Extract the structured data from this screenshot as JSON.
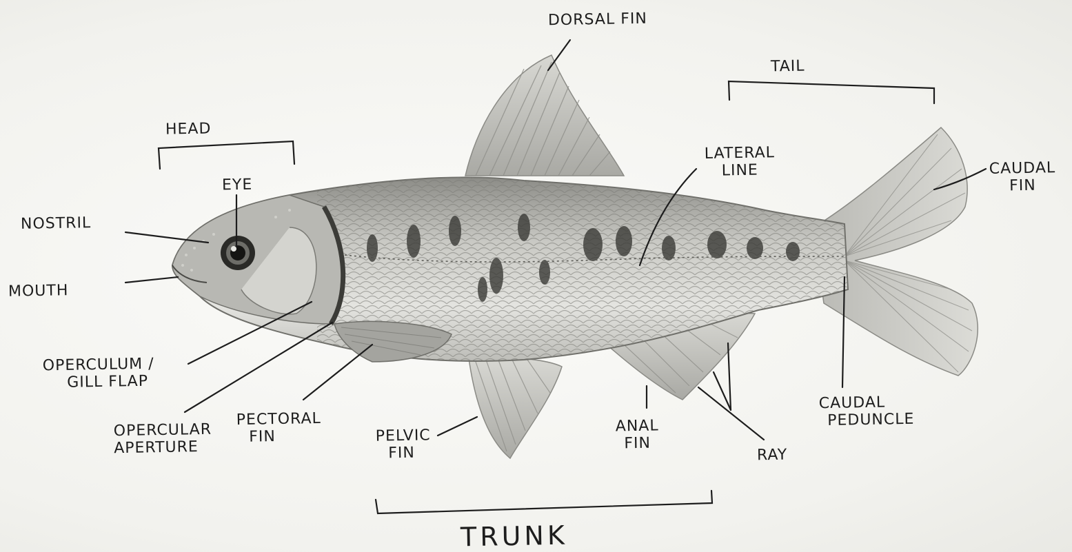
{
  "labels": {
    "dorsal_fin": "DORSAL FIN",
    "tail": "TAIL",
    "head": "HEAD",
    "eye": "EYE",
    "lateral_line": [
      "LATERAL",
      "LINE"
    ],
    "caudal_fin": [
      "CAUDAL",
      "FIN"
    ],
    "nostril": "NOSTRIL",
    "mouth": "MOUTH",
    "operculum": [
      "OPERCULUM /",
      "GILL FLAP"
    ],
    "opercular_aperture": [
      "OPERCULAR",
      "APERTURE"
    ],
    "pectoral_fin": [
      "PECTORAL",
      "FIN"
    ],
    "pelvic_fin": [
      "PELVIC",
      "FIN"
    ],
    "anal_fin": [
      "ANAL",
      "FIN"
    ],
    "ray": "RAY",
    "caudal_peduncle": [
      "CAUDAL",
      "PEDUNCLE"
    ],
    "trunk": "TRUNK"
  },
  "colors": {
    "ink": "#1d1d1d",
    "paper": "#f4f4f1",
    "fish_body": "#cfcfca",
    "fish_dark": "#6f6f6a",
    "spots": "#3a3a36"
  }
}
